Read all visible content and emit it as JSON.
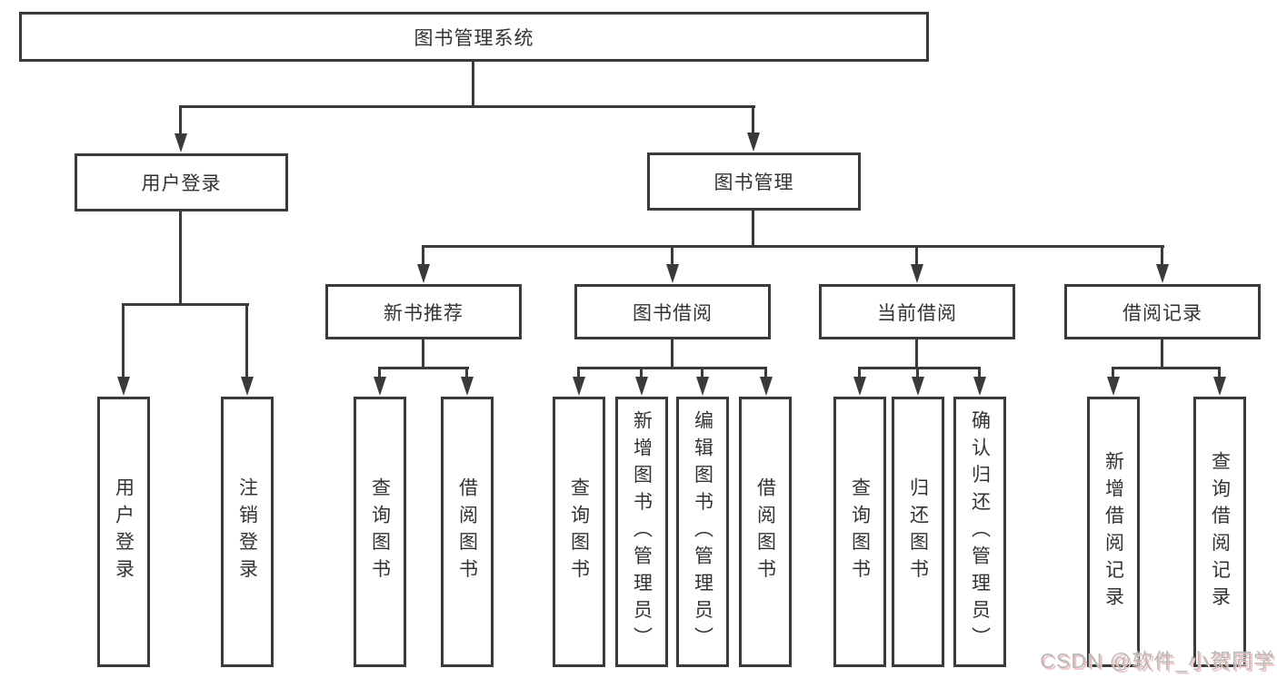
{
  "nodes": {
    "library_system": "图书管理系统",
    "user_login_group": "用户登录",
    "book_management": "图书管理",
    "new_book_recommend": "新书推荐",
    "book_borrowing": "图书借阅",
    "current_borrowing": "当前借阅",
    "borrowing_records": "借阅记录",
    "user_login": "用户登录",
    "user_logout": "注销登录",
    "query_books_1": "查询图书",
    "borrow_books_1": "借阅图书",
    "query_books_2": "查询图书",
    "add_books_admin": "新增图书（管理员）",
    "edit_books_admin": "编辑图书（管理员）",
    "borrow_books_2": "借阅图书",
    "query_books_3": "查询图书",
    "return_books": "归还图书",
    "confirm_return_admin": "确认归还（管理员）",
    "add_borrow_record": "新增借阅记录",
    "query_borrow_record": "查询借阅记录"
  },
  "tree": {
    "root": "图书管理系统",
    "children": [
      {
        "label": "用户登录",
        "children": [
          "用户登录",
          "注销登录"
        ]
      },
      {
        "label": "图书管理",
        "children": [
          {
            "label": "新书推荐",
            "children": [
              "查询图书",
              "借阅图书"
            ]
          },
          {
            "label": "图书借阅",
            "children": [
              "查询图书",
              "新增图书（管理员）",
              "编辑图书（管理员）",
              "借阅图书"
            ]
          },
          {
            "label": "当前借阅",
            "children": [
              "查询图书",
              "归还图书",
              "确认归还（管理员）"
            ]
          },
          {
            "label": "借阅记录",
            "children": [
              "新增借阅记录",
              "查询借阅记录"
            ]
          }
        ]
      }
    ]
  },
  "watermark": {
    "text": "CSDN @软件_小贺同学"
  },
  "colors": {
    "line": "#3a3a3a",
    "text": "#333333",
    "background": "#ffffff",
    "watermark": "#b9b9b9",
    "watermark_shadow": "#f0c3c3"
  }
}
